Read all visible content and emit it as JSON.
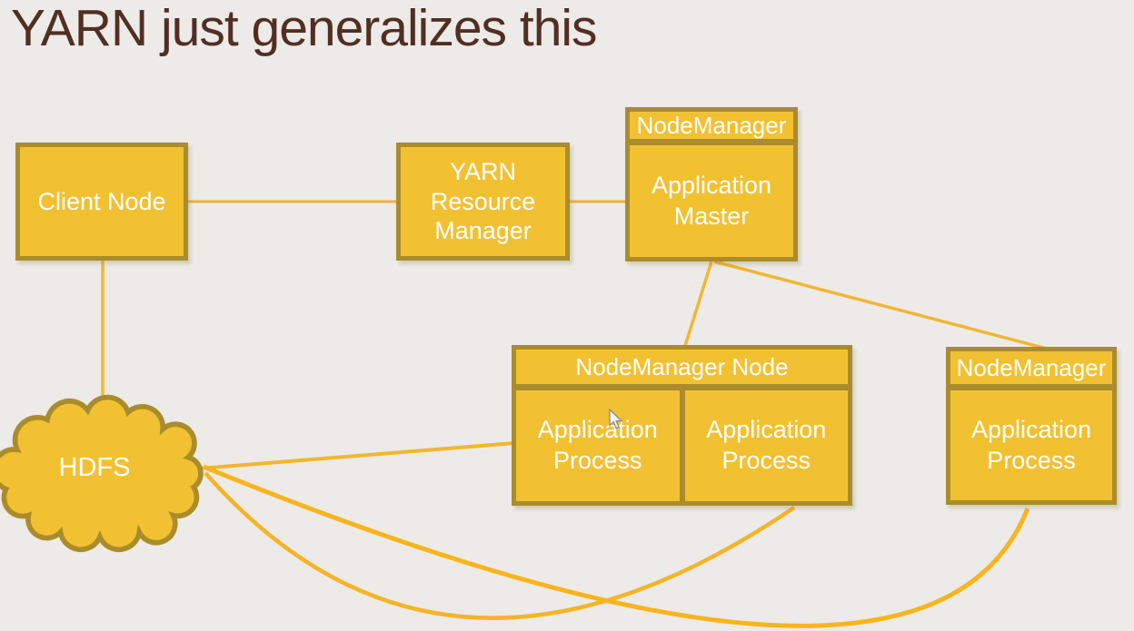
{
  "slide": {
    "title": "YARN just generalizes this"
  },
  "colors": {
    "background": "#edebe8",
    "title_text": "#522e23",
    "shape_fill": "#f2c132",
    "shape_border": "#aa8c2c",
    "connector_line": "#f0b33a",
    "curve_line": "#fab41e",
    "shape_text": "#ffffff"
  },
  "nodes": {
    "client_node": {
      "label": "Client Node"
    },
    "resource_manager": {
      "label": "YARN Resource Manager"
    },
    "node_manager_am": {
      "header": "NodeManager",
      "body": "Application Master"
    },
    "node_manager_node": {
      "header": "NodeManager Node",
      "processes": [
        "Application Process",
        "Application Process"
      ]
    },
    "node_manager_right": {
      "header": "NodeManager",
      "body": "Application Process"
    },
    "hdfs": {
      "label": "HDFS"
    }
  },
  "edges": [
    {
      "from": "client-node",
      "to": "yarn-resource-manager",
      "style": "straight"
    },
    {
      "from": "yarn-resource-manager",
      "to": "application-master",
      "style": "straight"
    },
    {
      "from": "client-node",
      "to": "hdfs",
      "style": "straight"
    },
    {
      "from": "application-master",
      "to": "nodemanager-node",
      "style": "straight"
    },
    {
      "from": "application-master",
      "to": "nodemanager-right",
      "style": "straight"
    },
    {
      "from": "hdfs",
      "to": "application-process-left",
      "style": "straight"
    },
    {
      "from": "hdfs",
      "to": "application-process-center-right",
      "style": "curve"
    },
    {
      "from": "hdfs",
      "to": "application-process-far-right",
      "style": "curve"
    }
  ]
}
